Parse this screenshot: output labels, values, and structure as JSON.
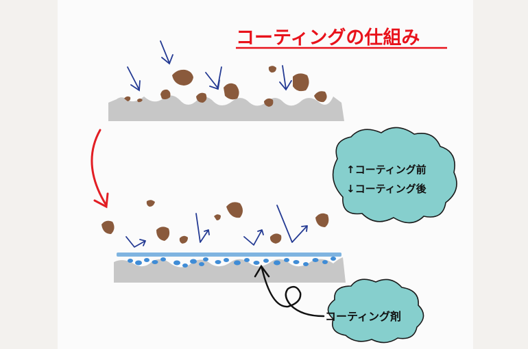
{
  "title": "コーティングの仕組み",
  "cloud_legend": {
    "before": "↑コーティング前",
    "after": "↓コーティング後"
  },
  "cloud_agent": {
    "label": "コーティング剤"
  },
  "colors": {
    "title_red": "#e8121b",
    "surface_gray": "#c7c7c7",
    "dirt_brown": "#8a5a3c",
    "arrow_blue": "#243a93",
    "coating_blue": "#7fb4e0",
    "droplet_blue": "#3f8cd6",
    "cloud_teal": "#86cfcd",
    "red_arrow": "#e21e24"
  }
}
